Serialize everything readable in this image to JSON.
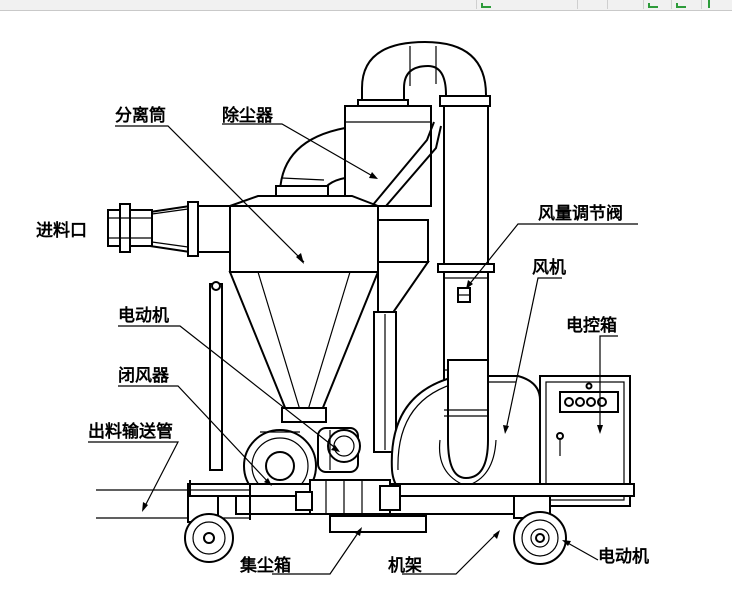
{
  "labels": {
    "separator": "分离筒",
    "dust_collector": "除尘器",
    "inlet": "进料口",
    "air_valve": "风量调节阀",
    "fan": "风机",
    "motor_top": "电动机",
    "control_box": "电控箱",
    "airlock": "闭风器",
    "discharge_pipe": "出料输送管",
    "dust_box": "集尘箱",
    "frame": "机架",
    "motor_bottom": "电动机"
  }
}
